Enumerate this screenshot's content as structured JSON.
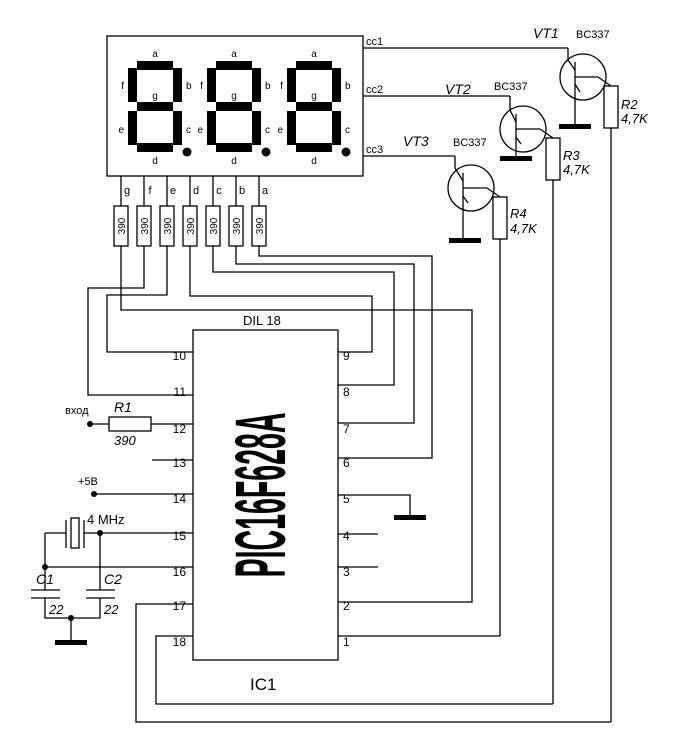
{
  "display": {
    "digit_segments": [
      "a",
      "b",
      "c",
      "d",
      "e",
      "f",
      "g"
    ],
    "pin_letters": [
      "g",
      "f",
      "e",
      "d",
      "c",
      "b",
      "a"
    ],
    "common_cathodes": [
      "cc1",
      "cc2",
      "cc3"
    ]
  },
  "segment_resistors": [
    "390",
    "390",
    "390",
    "390",
    "390",
    "390",
    "390"
  ],
  "transistors": [
    {
      "ref": "VT1",
      "part": "BC337"
    },
    {
      "ref": "VT2",
      "part": "BC337"
    },
    {
      "ref": "VT3",
      "part": "BC337"
    }
  ],
  "base_resistors": [
    {
      "ref": "R2",
      "value": "4,7K"
    },
    {
      "ref": "R3",
      "value": "4,7K"
    },
    {
      "ref": "R4",
      "value": "4,7K"
    }
  ],
  "ic": {
    "ref": "IC1",
    "package": "DIL 18",
    "part": "PIC16F628A",
    "left_pins": [
      "10",
      "11",
      "12",
      "13",
      "14",
      "15",
      "16",
      "17",
      "18"
    ],
    "right_pins": [
      "9",
      "8",
      "7",
      "6",
      "5",
      "4",
      "3",
      "2",
      "1"
    ]
  },
  "input": {
    "label": "вход",
    "ref": "R1",
    "value": "390"
  },
  "supply": {
    "label": "+5В"
  },
  "crystal": {
    "label": "4 MHz"
  },
  "capacitors": [
    {
      "ref": "C1",
      "value": "22"
    },
    {
      "ref": "C2",
      "value": "22"
    }
  ]
}
